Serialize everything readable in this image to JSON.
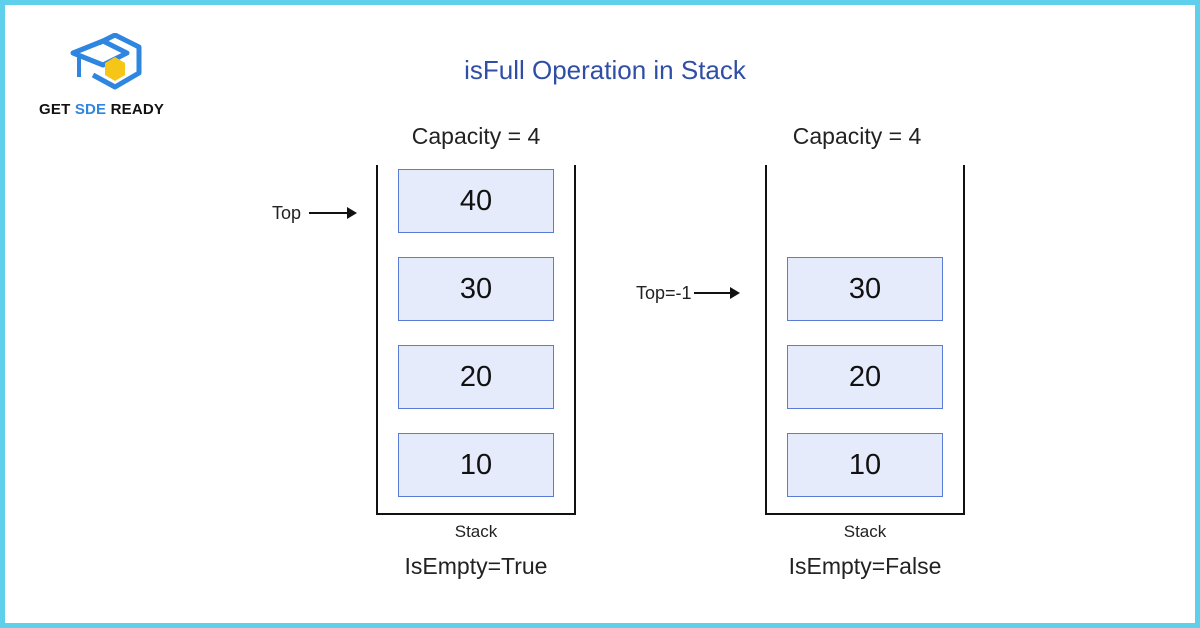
{
  "logo": {
    "text_part1": "GET ",
    "text_accent": "SDE",
    "text_part2": " READY"
  },
  "title": "isFull Operation in Stack",
  "colors": {
    "title": "#2f4fa6",
    "border": "#5fd0ec",
    "cell_fill": "#e6ebfb",
    "cell_border": "#5a7bd8",
    "logo_accent": "#2f86e0",
    "logo_hex": "#f5c518"
  },
  "left": {
    "capacity": "Capacity = 4",
    "pointer_label": "Top",
    "cells": [
      "40",
      "30",
      "20",
      "10"
    ],
    "stack_label": "Stack",
    "status": "IsEmpty=True"
  },
  "right": {
    "capacity": "Capacity = 4",
    "pointer_label": "Top=-1",
    "cells": [
      "30",
      "20",
      "10"
    ],
    "stack_label": "Stack",
    "status": "IsEmpty=False"
  }
}
